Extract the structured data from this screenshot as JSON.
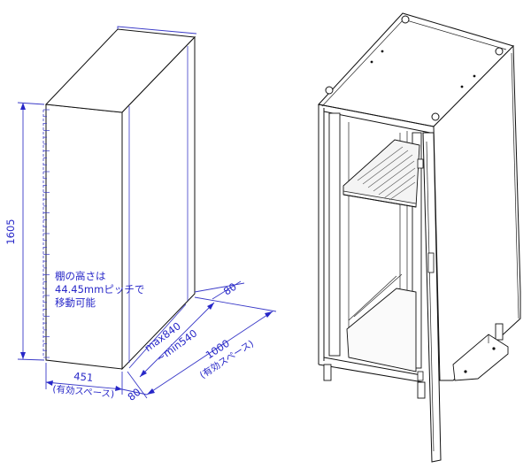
{
  "labels": {
    "height": "1605",
    "width_value": "451",
    "width_note": "(有効スペース)",
    "depth_value": "1000",
    "depth_note": "(有効スペース)",
    "offset_top": "80",
    "offset_bottom": "80",
    "range_max": "max840",
    "range_min": "~min540",
    "shelf_note_line1": "棚の高さは",
    "shelf_note_line2": "44.45mmピッチで",
    "shelf_note_line3": "移動可能"
  },
  "colors": {
    "dimension": "#2727c8",
    "outline": "#111111"
  }
}
